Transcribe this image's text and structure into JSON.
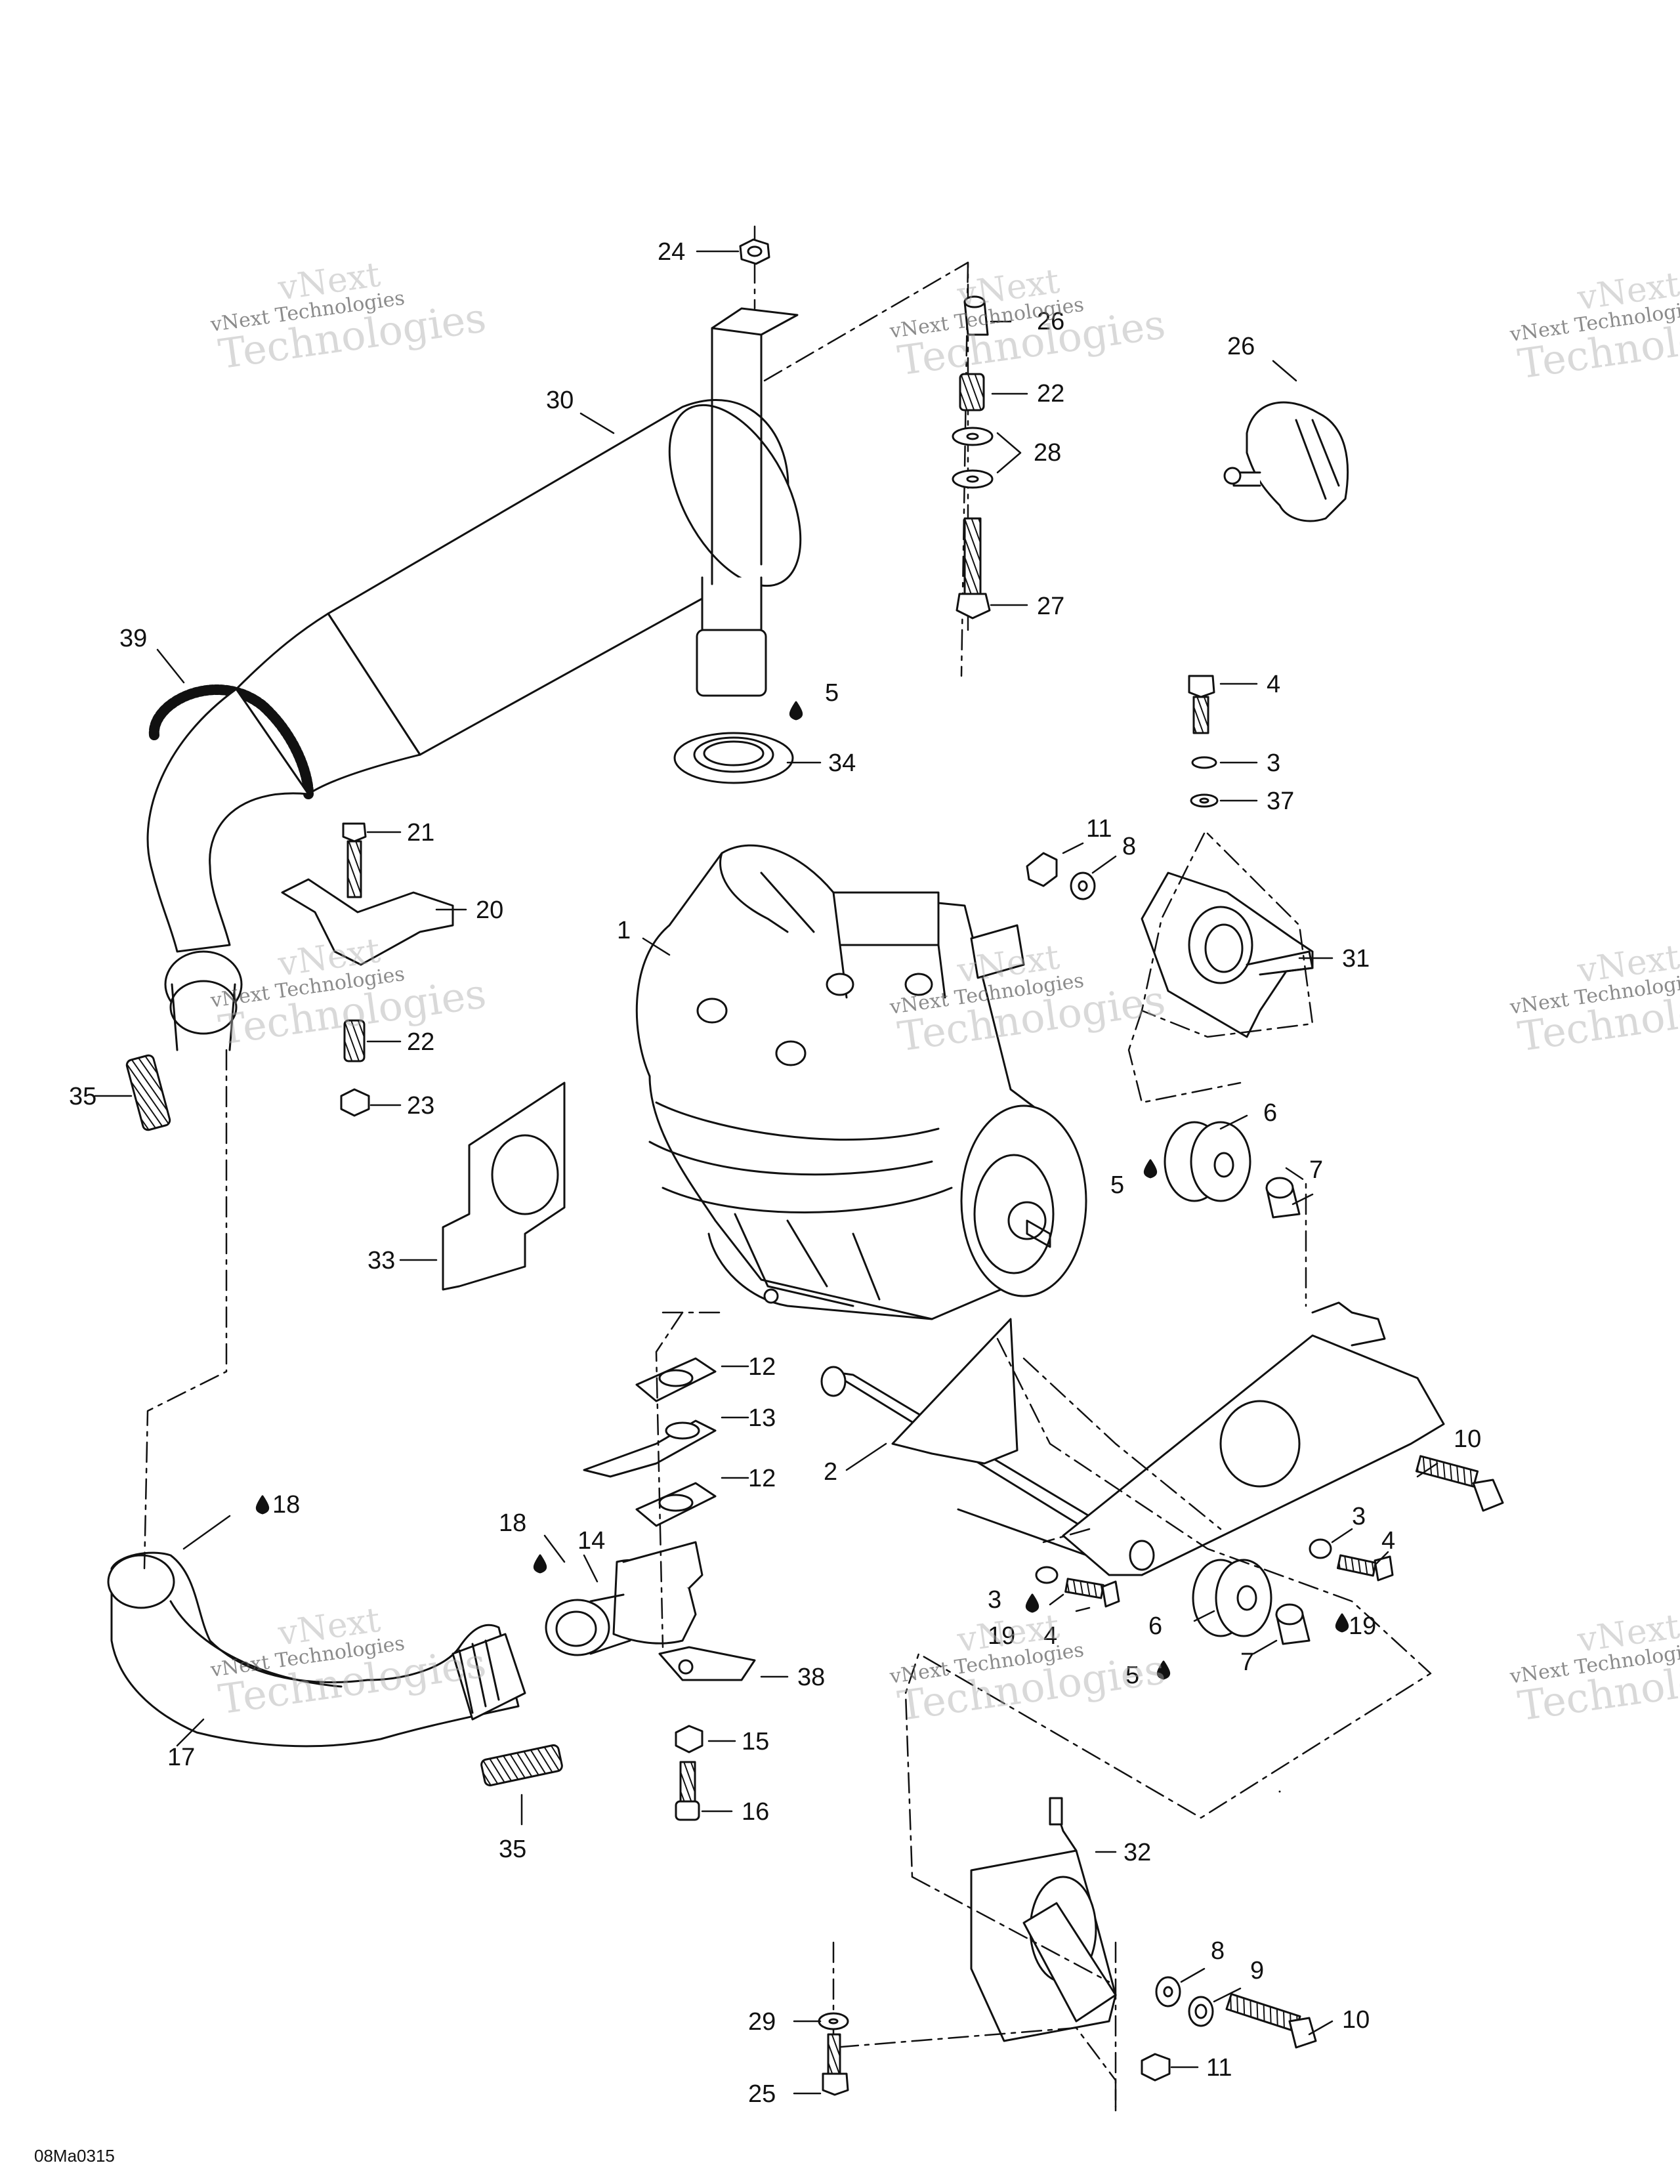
{
  "diagram": {
    "code": "08Ma0315",
    "watermark": [
      "vNext",
      "vNext Technologies",
      "Technologies"
    ],
    "labels": {
      "p1": "1",
      "p2": "2",
      "p3a": "3",
      "p3b": "3",
      "p3c": "3",
      "p4a": "4",
      "p4b": "4",
      "p4c": "4",
      "p5a": "5",
      "p5b": "5",
      "p5c": "5",
      "p6a": "6",
      "p6b": "6",
      "p7a": "7",
      "p7b": "7",
      "p8a": "8",
      "p8b": "8",
      "p9": "9",
      "p10a": "10",
      "p10b": "10",
      "p11a": "11",
      "p11b": "11",
      "p12a": "12",
      "p12b": "12",
      "p13": "13",
      "p14": "14",
      "p15": "15",
      "p16": "16",
      "p17": "17",
      "p18a": "18",
      "p18b": "18",
      "p19a": "19",
      "p19b": "19",
      "p20": "20",
      "p21": "21",
      "p22a": "22",
      "p22b": "22",
      "p23": "23",
      "p24": "24",
      "p25": "25",
      "p26a": "26",
      "p26b": "26",
      "p27": "27",
      "p28": "28",
      "p29": "29",
      "p30": "30",
      "p31": "31",
      "p32": "32",
      "p33": "33",
      "p34": "34",
      "p35a": "35",
      "p35b": "35",
      "p37": "37",
      "p38": "38",
      "p39": "39"
    }
  }
}
